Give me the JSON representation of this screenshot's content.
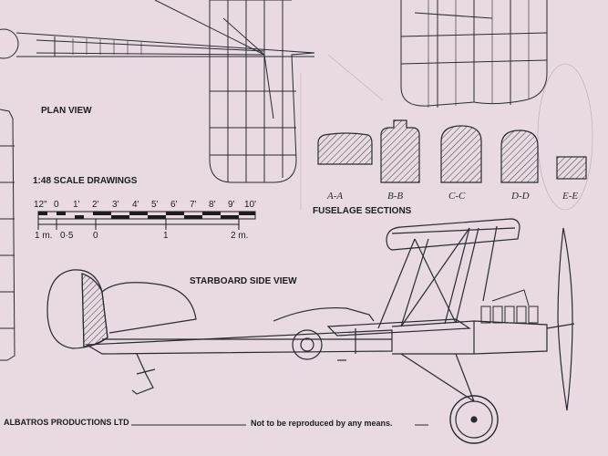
{
  "labels": {
    "plan_view": "PLAN VIEW",
    "scale_title": "1:48 SCALE DRAWINGS",
    "fuselage_sections": "FUSELAGE SECTIONS",
    "starboard_side_view": "STARBOARD SIDE VIEW",
    "publisher": "ALBATROS PRODUCTIONS LTD",
    "copyright": "Not to be reproduced by any means."
  },
  "scale_feet": [
    "12\"",
    "0",
    "1'",
    "2'",
    "3'",
    "4'",
    "5'",
    "6'",
    "7'",
    "8'",
    "9'",
    "10'"
  ],
  "scale_metres": [
    "1 m.",
    "0·5",
    "0",
    "1",
    "2 m."
  ],
  "sections": [
    "A-A",
    "B-B",
    "C-C",
    "D-D",
    "E-E"
  ],
  "colors": {
    "paper": "#e8d9e3",
    "ink": "#1c1b22"
  }
}
